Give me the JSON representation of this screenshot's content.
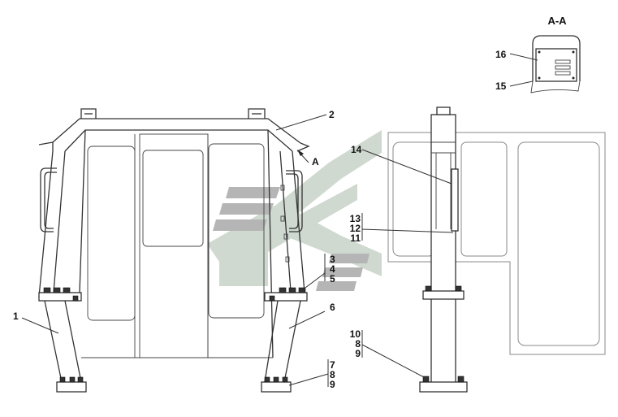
{
  "section_label": "А-А",
  "arrow_label": "А",
  "callouts": [
    {
      "id": "c1",
      "text": "1"
    },
    {
      "id": "c2",
      "text": "2"
    },
    {
      "id": "c3",
      "text": "3"
    },
    {
      "id": "c4",
      "text": "4"
    },
    {
      "id": "c5",
      "text": "5"
    },
    {
      "id": "c6",
      "text": "6"
    },
    {
      "id": "c7",
      "text": "7"
    },
    {
      "id": "c8a",
      "text": "8"
    },
    {
      "id": "c9a",
      "text": "9"
    },
    {
      "id": "c10",
      "text": "10"
    },
    {
      "id": "c8b",
      "text": "8"
    },
    {
      "id": "c9b",
      "text": "9"
    },
    {
      "id": "c11",
      "text": "11"
    },
    {
      "id": "c12",
      "text": "12"
    },
    {
      "id": "c13",
      "text": "13"
    },
    {
      "id": "c14",
      "text": "14"
    },
    {
      "id": "c15",
      "text": "15"
    },
    {
      "id": "c16",
      "text": "16"
    }
  ],
  "colors": {
    "line": "#333333",
    "watermark_green": "#cfd9d0",
    "watermark_gray": "#b5b5b5"
  }
}
